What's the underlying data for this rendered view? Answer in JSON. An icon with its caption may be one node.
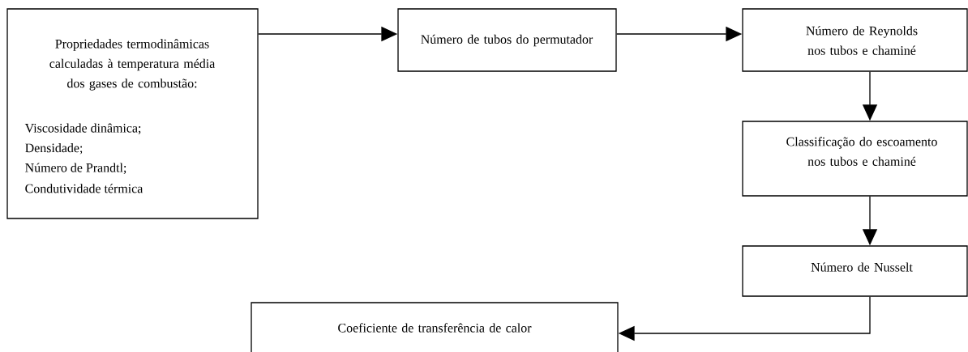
{
  "diagram": {
    "nodes": [
      {
        "text": [
          "Propriedades termodinâmicas calculadas à temperatura média dos gases de combustão:",
          "Viscosidade dinâmica;",
          "Densidade;",
          "Número de Prandtl;",
          "Condutividade térmica"
        ]
      },
      {
        "text": [
          "Número de tubos do permutador"
        ]
      },
      {
        "text": [
          "Número de Reynolds nos tubos e chaminé"
        ]
      },
      {
        "text": [
          "Classificação do escoamento nos tubos e chaminé"
        ]
      },
      {
        "text": [
          "Número de Nusselt"
        ]
      },
      {
        "text": [
          "Coeficiente de transferência de calor"
        ]
      }
    ],
    "edges": [
      {
        "from": 0,
        "to": 1,
        "arrow": "to"
      },
      {
        "from": 1,
        "to": 2,
        "arrow": "to"
      },
      {
        "from": 2,
        "to": 3,
        "arrow": "to"
      },
      {
        "from": 3,
        "to": 4,
        "arrow": "to"
      },
      {
        "from": 4,
        "to": 5,
        "arrow": "to"
      }
    ]
  }
}
